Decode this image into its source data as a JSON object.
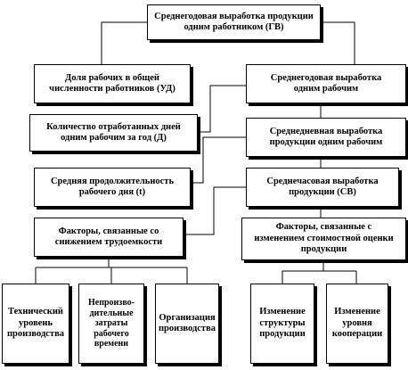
{
  "diagram": {
    "top": "Среднегодовая выработка продукции\nодним работником (ГВ)",
    "left": {
      "share_workers": "Доля рабочих в общей\nчисленности работников (УД)",
      "days_worked": "Количество отработанных дней\nодним рабочим за год (Д)",
      "workday_length": "Средняя продолжительность\nрабочего дня (t)",
      "labor_factors": "Факторы, связанные со\nснижением трудоемкости"
    },
    "right": {
      "annual_output_worker": "Среднегодовая выработка\nодним рабочим",
      "daily_output_worker": "Среднедневная выработка\nпродукции одним рабочим",
      "hourly_output": "Среднечасовая выработка\nпродукции (СВ)",
      "cost_factors": "Факторы, связанные с\nизменением стоимостной оценки\nпродукции"
    },
    "bottom": {
      "tech_level": "Технический\nуровень\nпроизводства",
      "unproductive_time": "Непроизво-\nдительные\nзатраты\nрабочего\nвремени",
      "organization": "Организация\nпроизводства",
      "structure_change": "Изменение\nструктуры\nпродукции",
      "cooperation_change": "Изменение\nуровня\nкооперации"
    }
  }
}
